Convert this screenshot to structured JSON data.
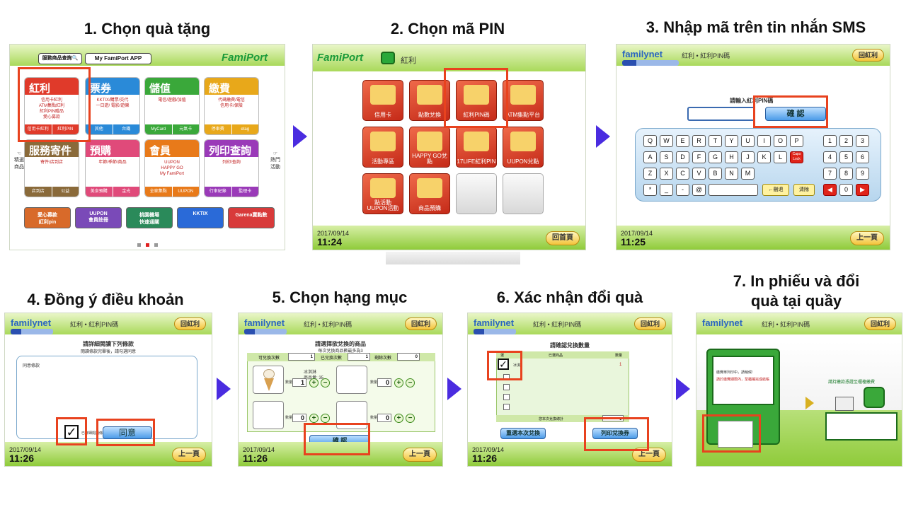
{
  "steps": [
    {
      "title": "1. Chọn quà tặng"
    },
    {
      "title": "2. Chọn mã PIN"
    },
    {
      "title": "3. Nhập mã trên tin nhắn SMS"
    },
    {
      "title": "4. Đồng ý điều khoản"
    },
    {
      "title": "5. Chọn hạng mục"
    },
    {
      "title": "6. Xác nhận đổi quà"
    },
    {
      "title_line1": "7. In phiếu và đổi",
      "title_line2": "quà tại quầy"
    }
  ],
  "shot1": {
    "top_btn1": "服務商品查詢🔍",
    "top_btn2": "My FamiPort APP",
    "logo": "FamiPort",
    "tiles": [
      {
        "label": "紅利",
        "sub": "信用卡紅利\nATM集點紅利\n紅利PIN贈品\n愛心募款",
        "foot1": "信用卡紅利",
        "foot2": "紅利PIN",
        "color": "#e03a2a"
      },
      {
        "label": "票券",
        "sub": "KKTIX/購票/交代\n一日遊/ 電影/遊樂",
        "foot1": "其他",
        "foot2": "台鐵",
        "color": "#2a8ad8"
      },
      {
        "label": "儲值",
        "sub": "電信/遊戲/加值",
        "foot1": "MyCard",
        "foot2": "元氣卡",
        "color": "#3aa83a"
      },
      {
        "label": "繳費",
        "sub": "代碼繳費/電信\n信用卡/保險",
        "foot1": "停車費",
        "foot2": "etag",
        "color": "#e8a81a"
      },
      {
        "label": "服務寄件",
        "sub": "寄件/店到店",
        "foot1": "店到店",
        "foot2": "公益",
        "color": "#8a6a3a"
      },
      {
        "label": "預購",
        "sub": "年節/季節/商品",
        "foot1": "美食預購",
        "foot2": "金光",
        "color": "#e04a7a"
      },
      {
        "label": "會員",
        "sub": "UUPON\nHAPPY GO\nMy FamiPort",
        "foot1": "全家集點",
        "foot2": "UUPON",
        "color": "#e87a1a"
      },
      {
        "label": "列印查詢",
        "sub": "列印/查詢",
        "foot1": "行車紀錄",
        "foot2": "監理卡",
        "color": "#9a3ab8"
      }
    ],
    "side_left": "精選\n商品",
    "side_right": "熱門\n活動",
    "banners": [
      "愛心募款\n紅利pin",
      "UUPON\n會員註冊",
      "桃園機場\n快速通關",
      "KKTIX",
      "Garena賣點數"
    ]
  },
  "shot2": {
    "logo": "FamiPort",
    "header": "紅利",
    "icons": [
      "信用卡",
      "點數兌換",
      "紅利PIN碼",
      "ATM集點平台",
      "活動專區",
      "HAPPY GO兌點",
      "17LIFE紅利PIN",
      "UUPON兌點",
      "點活動\nUUPON活動",
      "商品預購",
      "",
      ""
    ],
    "date": "2017/09/14",
    "time": "11:24",
    "back": "回首頁"
  },
  "shot3": {
    "logo": "familynet",
    "breadcrumb": "紅利 • 紅利PIN碼",
    "home": "回紅利",
    "prompt": "請輸入紅利PIN碼",
    "confirm": "確  認",
    "keys_row1": [
      "Q",
      "W",
      "E",
      "R",
      "T",
      "Y",
      "U",
      "I",
      "O",
      "P"
    ],
    "keys_row2": [
      "A",
      "S",
      "D",
      "F",
      "G",
      "H",
      "J",
      "K",
      "L"
    ],
    "keys_row3": [
      "Z",
      "X",
      "C",
      "V",
      "B",
      "N",
      "M"
    ],
    "caps": "Caps Lock",
    "keys_row4": [
      "*",
      "_",
      "-",
      "@"
    ],
    "del": "←刪退",
    "clear": "清除",
    "nums": [
      "1",
      "2",
      "3",
      "4",
      "5",
      "6",
      "7",
      "8",
      "9",
      "0"
    ],
    "date": "2017/09/14",
    "time": "11:25",
    "back": "上一頁"
  },
  "shot4": {
    "logo": "familynet",
    "breadcrumb": "紅利 • 紅利PIN碼",
    "home": "回紅利",
    "heading": "請詳細閱讀下列條款",
    "subheading": "閱讀條款完畢後，請勾選同意",
    "box_label": "同意條款",
    "check_label": "已詳細閱讀條款",
    "agree": "同意",
    "date": "2017/09/14",
    "time": "11:26",
    "back": "上一頁"
  },
  "shot5": {
    "logo": "familynet",
    "breadcrumb": "紅利 • 紅利PIN碼",
    "home": "回紅利",
    "heading": "請選擇欲兌換的商品",
    "subheading": "每次兌換商品數最多為3",
    "stat1": "可兌換次數",
    "stat1_val": "1",
    "stat2": "已兌換次數",
    "stat2_val": "1",
    "stat3": "剩餘次數",
    "stat3_val": "0",
    "product_name": "冰淇淋",
    "product_price": "商品量: 35",
    "qty_label": "數量",
    "qtys": [
      "1",
      "0",
      "0",
      "0"
    ],
    "confirm": "確  認",
    "date": "2017/09/14",
    "time": "11:26",
    "back": "上一頁"
  },
  "shot6": {
    "logo": "familynet",
    "breadcrumb": "紅利 • 紅利PIN碼",
    "home": "回紅利",
    "heading": "請確認兌換數量",
    "col1": "選",
    "col2": "已選商品",
    "col3": "數量",
    "row1_name": "冰淇",
    "row1_qty": "1",
    "summary": "您本次兌換總計",
    "summary_val": "1",
    "btn_left": "重選本次兌換",
    "btn_right": "列印兌換券",
    "date": "2017/09/14",
    "time": "11:26",
    "back": "上一頁"
  },
  "shot7": {
    "logo": "familynet",
    "breadcrumb": "紅利 • 紅利PIN碼",
    "home": "回紅利",
    "screen_text1": "繳費單列印中，請稍候!",
    "screen_text2": "請於繳費期限內，至櫃檯完成結帳",
    "counter_text": "請持繳款憑證至櫃檯繳費"
  }
}
